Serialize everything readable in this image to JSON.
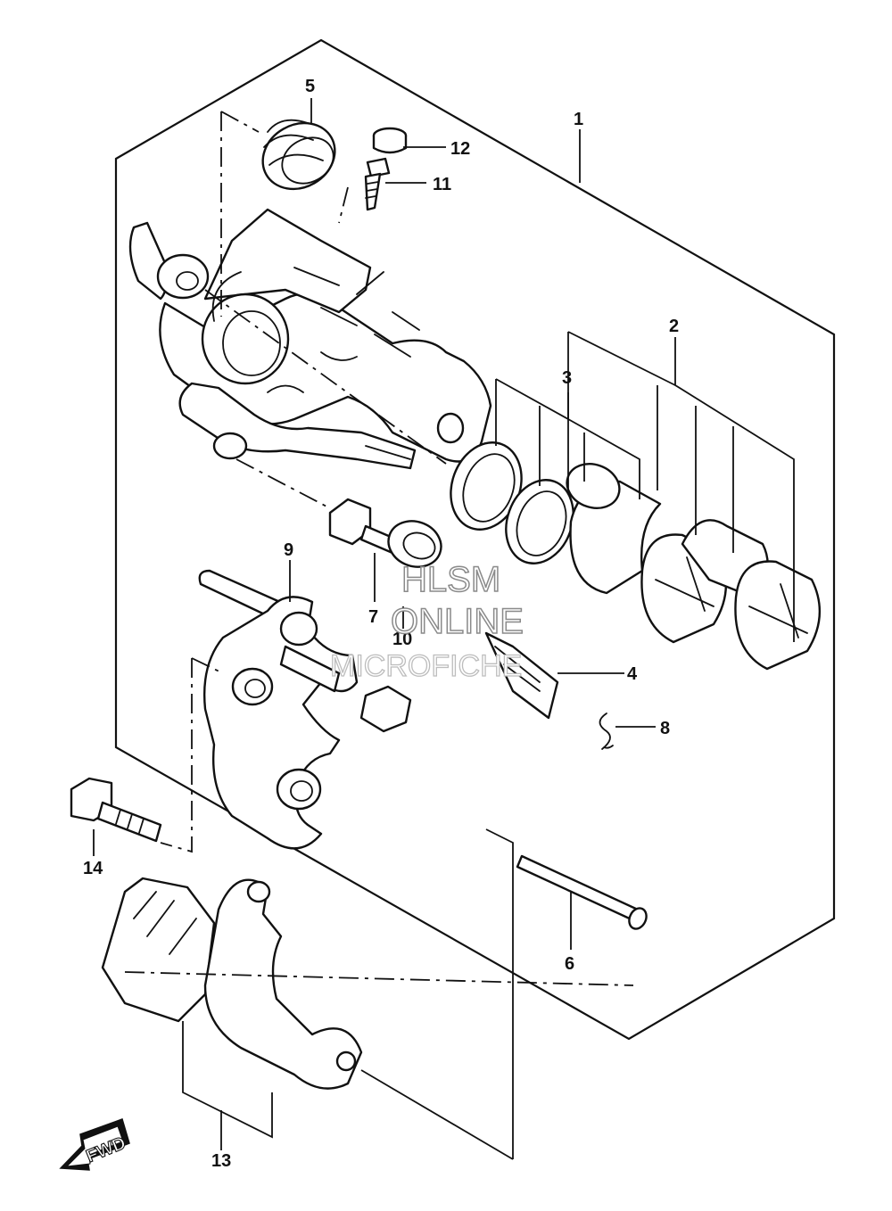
{
  "callouts": [
    {
      "id": "1",
      "label": "1"
    },
    {
      "id": "2",
      "label": "2"
    },
    {
      "id": "3",
      "label": "3"
    },
    {
      "id": "4",
      "label": "4"
    },
    {
      "id": "5",
      "label": "5"
    },
    {
      "id": "6",
      "label": "6"
    },
    {
      "id": "7",
      "label": "7"
    },
    {
      "id": "8",
      "label": "8"
    },
    {
      "id": "9",
      "label": "9"
    },
    {
      "id": "10",
      "label": "10"
    },
    {
      "id": "11",
      "label": "11"
    },
    {
      "id": "12",
      "label": "12"
    },
    {
      "id": "13",
      "label": "13"
    },
    {
      "id": "14",
      "label": "14"
    }
  ],
  "watermark": {
    "line1": "HLSM",
    "line2": "ONLINE",
    "line3": "MICROFICHE"
  },
  "fwd_arrow": {
    "label": "FWD",
    "icon": "fwd-arrow-icon"
  }
}
